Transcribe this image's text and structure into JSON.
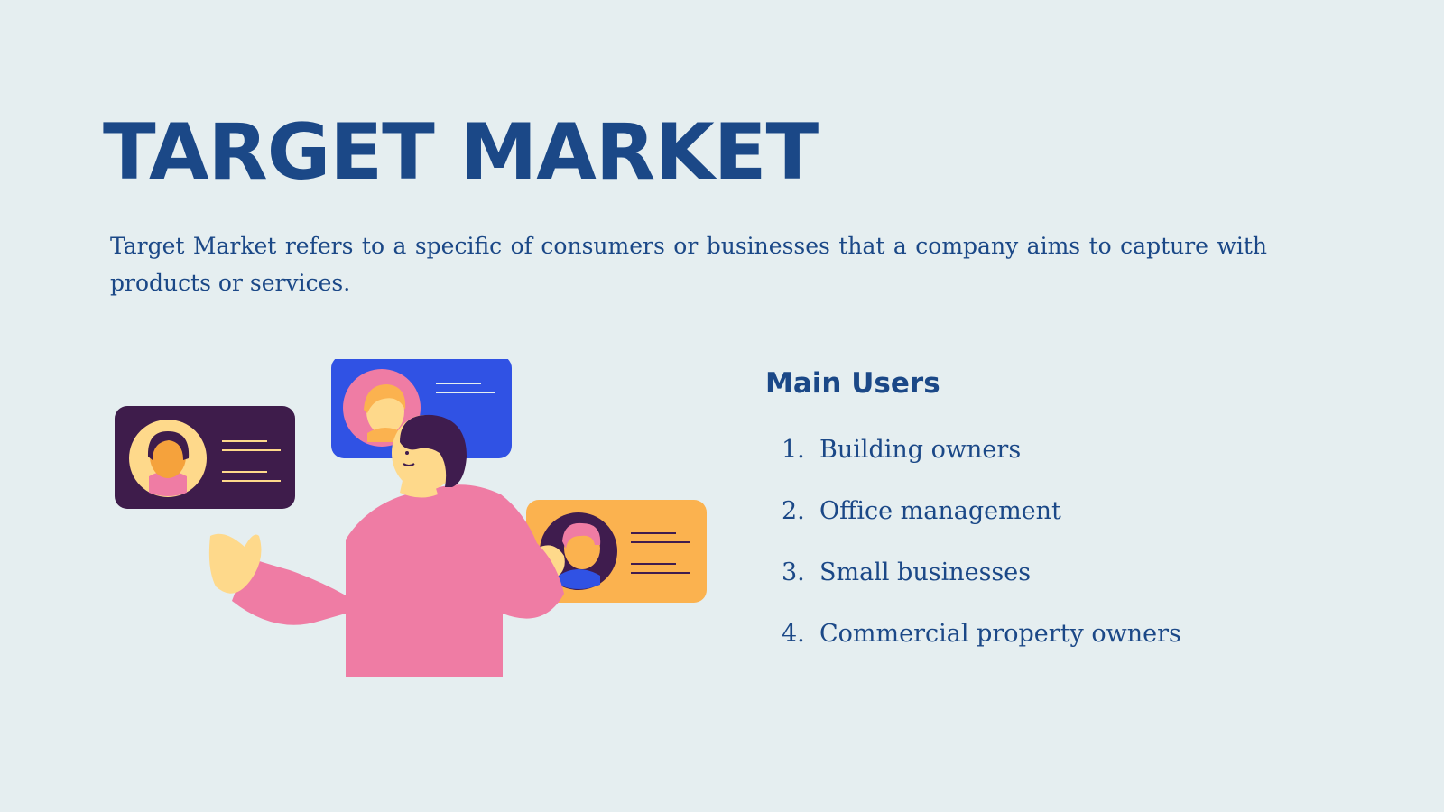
{
  "slide": {
    "title": "TARGET MARKET",
    "description": "Target Market refers to a specific of consumers or businesses that a company aims to capture with products or services.",
    "main_users": {
      "heading": "Main Users",
      "items": [
        {
          "number": "1.",
          "label": "Building owners"
        },
        {
          "number": "2.",
          "label": "Office management"
        },
        {
          "number": "3.",
          "label": "Small businesses"
        },
        {
          "number": "4.",
          "label": "Commercial property owners"
        }
      ]
    }
  },
  "colors": {
    "background": "#e5eef0",
    "text": "#1b4887",
    "card_purple": "#3e1c4b",
    "card_blue": "#3052e4",
    "card_orange": "#fbb24f",
    "shirt_pink": "#ef7ca4",
    "skin": "#fed98b",
    "hair": "#3f1c4e"
  },
  "illustration": {
    "icon": "person-with-profile-cards-illustration"
  }
}
